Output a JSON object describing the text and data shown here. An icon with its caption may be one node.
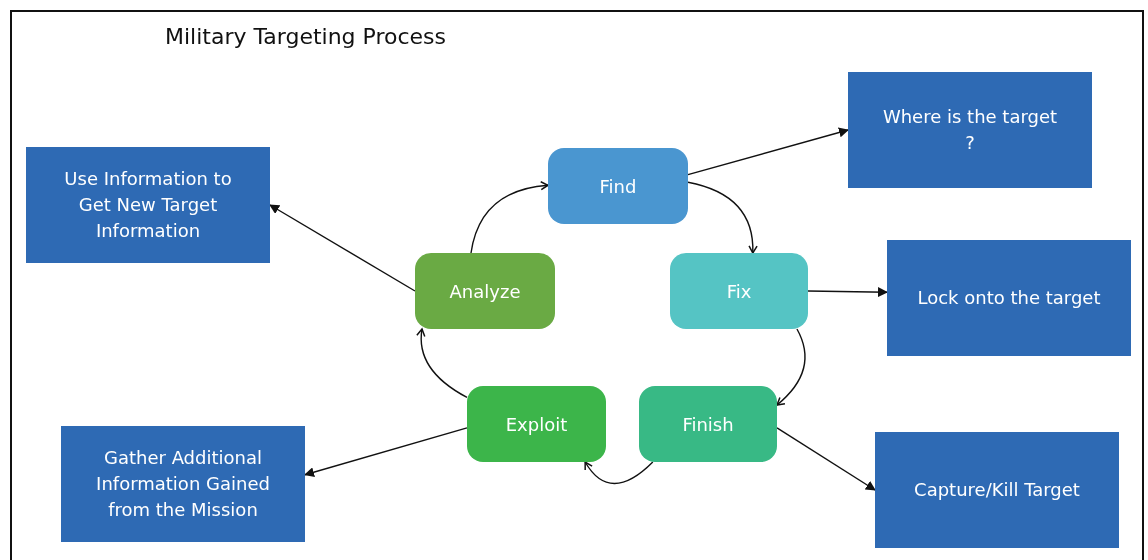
{
  "diagram": {
    "title": "Military Targeting Process",
    "nodes": [
      {
        "text": [
          "Find"
        ]
      },
      {
        "text": [
          "Fix"
        ]
      },
      {
        "text": [
          "Finish"
        ]
      },
      {
        "text": [
          "Exploit"
        ]
      },
      {
        "text": [
          "Analyze"
        ]
      },
      {
        "text": [
          "Where is the target ?"
        ]
      },
      {
        "text": [
          "Lock onto the target"
        ]
      },
      {
        "text": [
          "Capture/Kill Target"
        ]
      },
      {
        "text": [
          "Gather Additional Information Gained from the Mission"
        ]
      },
      {
        "text": [
          "Use Information to Get New Target Information"
        ]
      }
    ],
    "edges": [
      {
        "from": 0,
        "to": 1,
        "arrow": "to"
      },
      {
        "from": 1,
        "to": 2,
        "arrow": "to"
      },
      {
        "from": 2,
        "to": 3,
        "arrow": "to"
      },
      {
        "from": 3,
        "to": 4,
        "arrow": "to"
      },
      {
        "from": 4,
        "to": 0,
        "arrow": "to"
      },
      {
        "from": 0,
        "to": 5,
        "arrow": "to"
      },
      {
        "from": 1,
        "to": 6,
        "arrow": "to"
      },
      {
        "from": 2,
        "to": 7,
        "arrow": "to"
      },
      {
        "from": 3,
        "to": 8,
        "arrow": "to"
      },
      {
        "from": 4,
        "to": 9,
        "arrow": "to"
      }
    ]
  }
}
